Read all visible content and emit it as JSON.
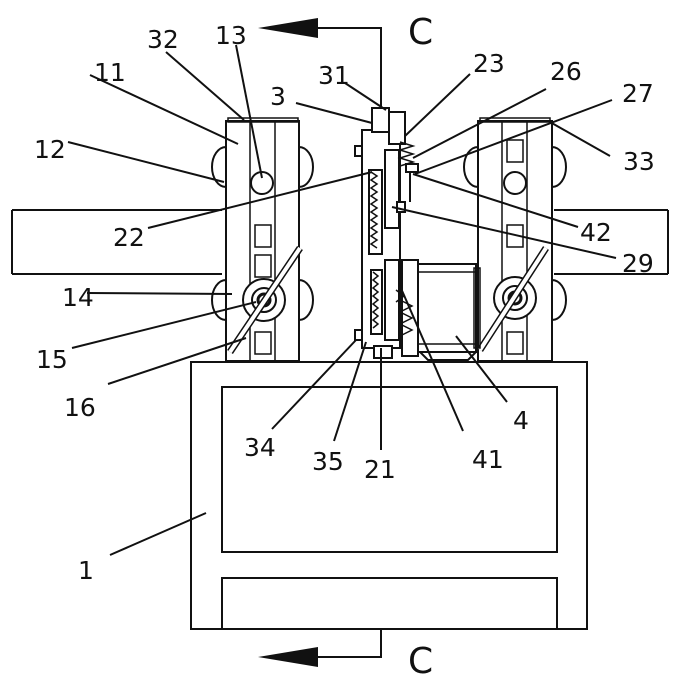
{
  "figure": {
    "section_label_top": "C",
    "section_label_bottom": "C",
    "callouts": {
      "l1": "1",
      "l3": "3",
      "l4": "4",
      "l11": "11",
      "l12": "12",
      "l13": "13",
      "l14": "14",
      "l15": "15",
      "l16": "16",
      "l21": "21",
      "l22": "22",
      "l23": "23",
      "l26": "26",
      "l27": "27",
      "l29": "29",
      "l31": "31",
      "l32": "32",
      "l33": "33",
      "l34": "34",
      "l35": "35",
      "l41": "41",
      "l42": "42"
    }
  }
}
